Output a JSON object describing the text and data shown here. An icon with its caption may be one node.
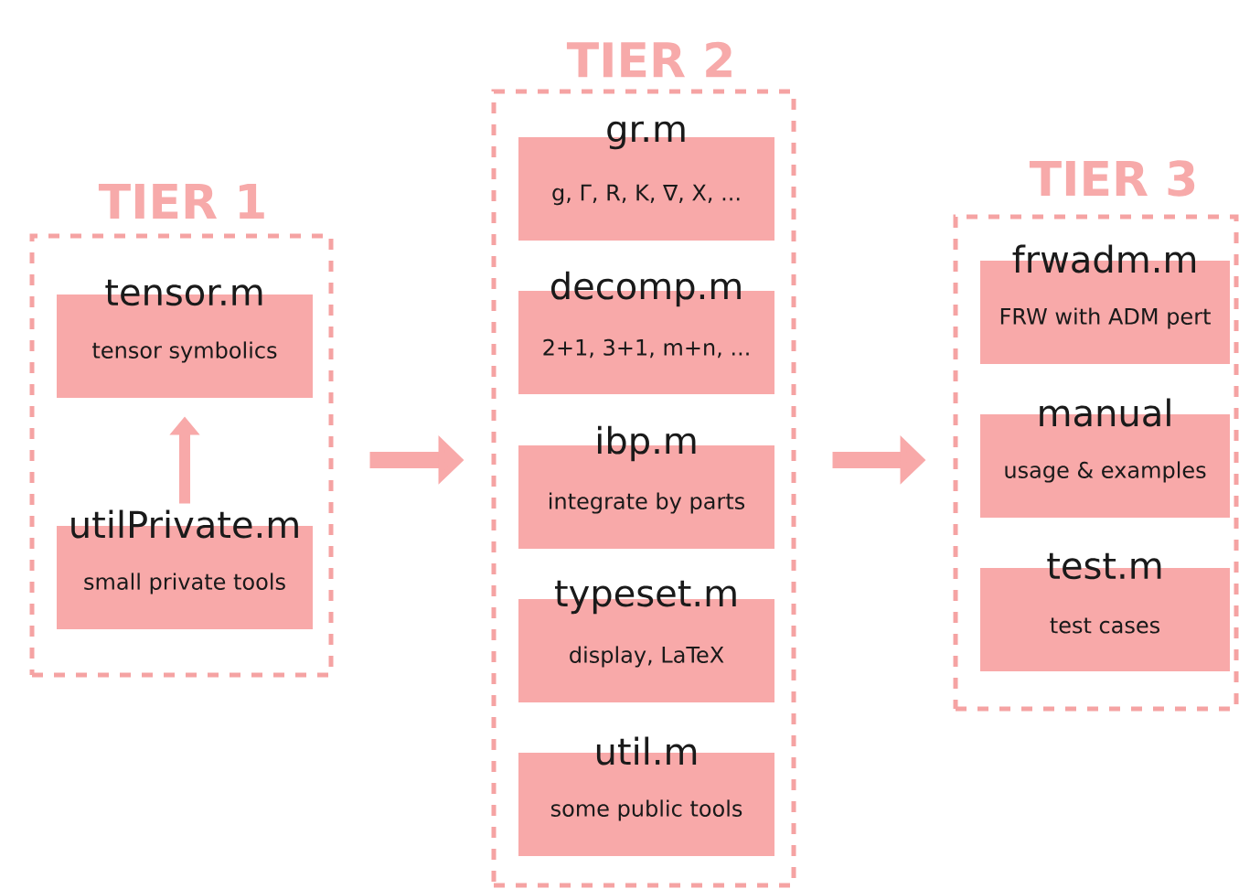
{
  "diagram": {
    "nodes": [
      {
        "text": [
          "TIER 1"
        ]
      },
      {
        "text": [
          "tensor.m",
          "tensor symbolics"
        ],
        "in": 0
      },
      {
        "text": [
          "utilPrivate.m",
          "small private tools"
        ],
        "in": 0
      },
      {
        "text": [
          "TIER 2"
        ]
      },
      {
        "text": [
          "gr.m",
          "g, Γ, R, K, ∇, X, ..."
        ],
        "in": 3
      },
      {
        "text": [
          "decomp.m",
          "2+1, 3+1, m+n, ..."
        ],
        "in": 3
      },
      {
        "text": [
          "ibp.m",
          "integrate by parts"
        ],
        "in": 3
      },
      {
        "text": [
          "typeset.m",
          "display, LaTeX"
        ],
        "in": 3
      },
      {
        "text": [
          "util.m",
          "some public tools"
        ],
        "in": 3
      },
      {
        "text": [
          "TIER 3"
        ]
      },
      {
        "text": [
          "frwadm.m",
          "FRW with ADM pert"
        ],
        "in": 9
      },
      {
        "text": [
          "manual",
          "usage & examples"
        ],
        "in": 9
      },
      {
        "text": [
          "test.m",
          "test cases"
        ],
        "in": 9
      }
    ],
    "edges": [
      {
        "from": 2,
        "to": 1,
        "arrow": "to"
      },
      {
        "from": 0,
        "to": 3,
        "arrow": "to"
      },
      {
        "from": 3,
        "to": 9,
        "arrow": "to"
      }
    ]
  }
}
